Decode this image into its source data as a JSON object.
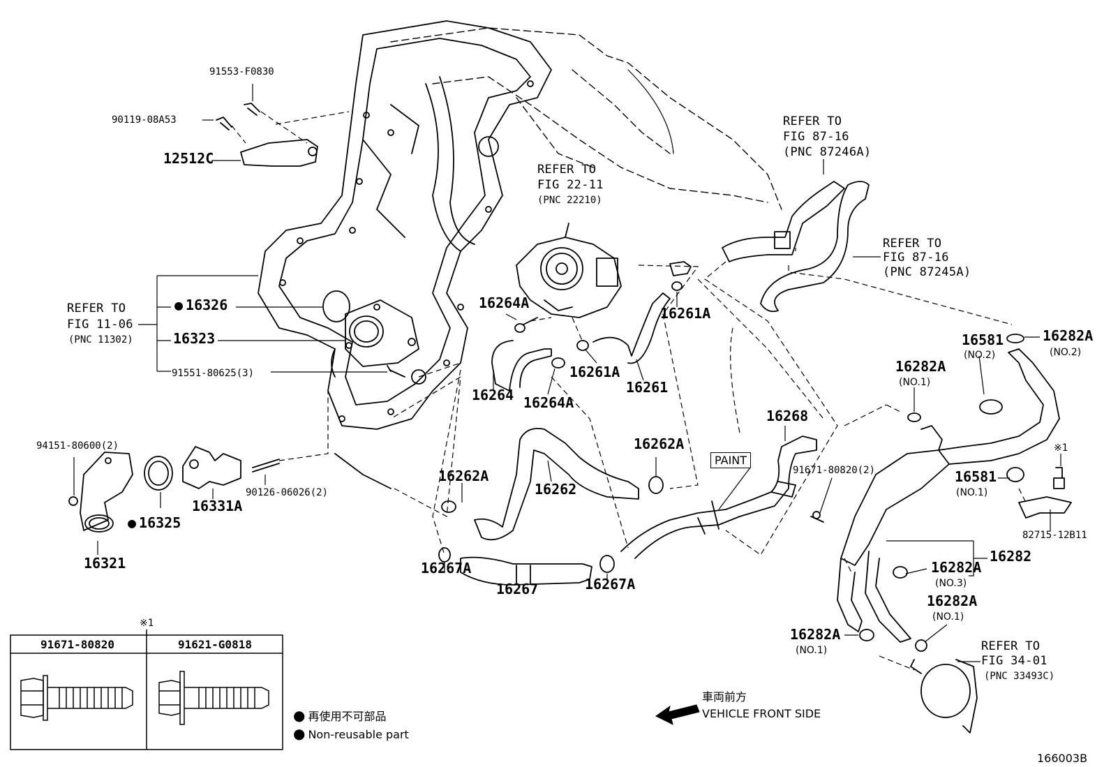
{
  "refs": {
    "fig_87_16_a": {
      "l1": "REFER TO",
      "l2": "FIG 87-16",
      "l3": "(PNC 87246A)"
    },
    "fig_87_16_b": {
      "l1": "REFER TO",
      "l2": "FIG 87-16",
      "l3": "(PNC 87245A)"
    },
    "fig_22_11": {
      "l1": "REFER TO",
      "l2": "FIG 22-11",
      "l3": "(PNC 22210)"
    },
    "fig_11_06": {
      "l1": "REFER TO",
      "l2": "FIG 11-06",
      "l3": "(PNC 11302)"
    },
    "fig_34_01": {
      "l1": "REFER TO",
      "l2": "FIG 34-01",
      "l3": "(PNC 33493C)"
    }
  },
  "parts": {
    "p91553": "91553-F0830",
    "p90119": "90119-08A53",
    "p12512C": "12512C",
    "p16326": "16326",
    "p16323": "16323",
    "p91551": "91551-80625(3)",
    "p94151": "94151-80600(2)",
    "p16325": "16325",
    "p16331A": "16331A",
    "p90126": "90126-06026(2)",
    "p16321": "16321",
    "p16264A_a": "16264A",
    "p16264": "16264",
    "p16264A_b": "16264A",
    "p16261A_a": "16261A",
    "p16261A_b": "16261A",
    "p16261": "16261",
    "p16262A_a": "16262A",
    "p16262": "16262",
    "p16262A_b": "16262A",
    "p16267A_a": "16267A",
    "p16267": "16267",
    "p16267A_b": "16267A",
    "p16268": "16268",
    "p91671": "91671-80820(2)",
    "p16581_a": "16581",
    "p16581_a_sub": "(NO.2)",
    "p16282A_a": "16282A",
    "p16282A_a_sub": "(NO.2)",
    "p16282A_b": "16282A",
    "p16282A_b_sub": "(NO.1)",
    "p16581_b": "16581",
    "p16581_b_sub": "(NO.1)",
    "p82715": "82715-12B11",
    "p16282": "16282",
    "p16282A_c": "16282A",
    "p16282A_c_sub": "(NO.3)",
    "p16282A_d": "16282A",
    "p16282A_d_sub": "(NO.1)",
    "p16282A_e": "16282A",
    "p16282A_e_sub": "(NO.1)",
    "note1_marker": "※1"
  },
  "paint": "PAINT",
  "table": {
    "marker": "※1",
    "col1": "91671-80820",
    "col2": "91621-G0818"
  },
  "legend": {
    "jp": "再使用不可部品",
    "en": "Non-reusable part"
  },
  "direction": {
    "jp": "車両前方",
    "en": "VEHICLE FRONT SIDE"
  },
  "figure_id": "166003B"
}
